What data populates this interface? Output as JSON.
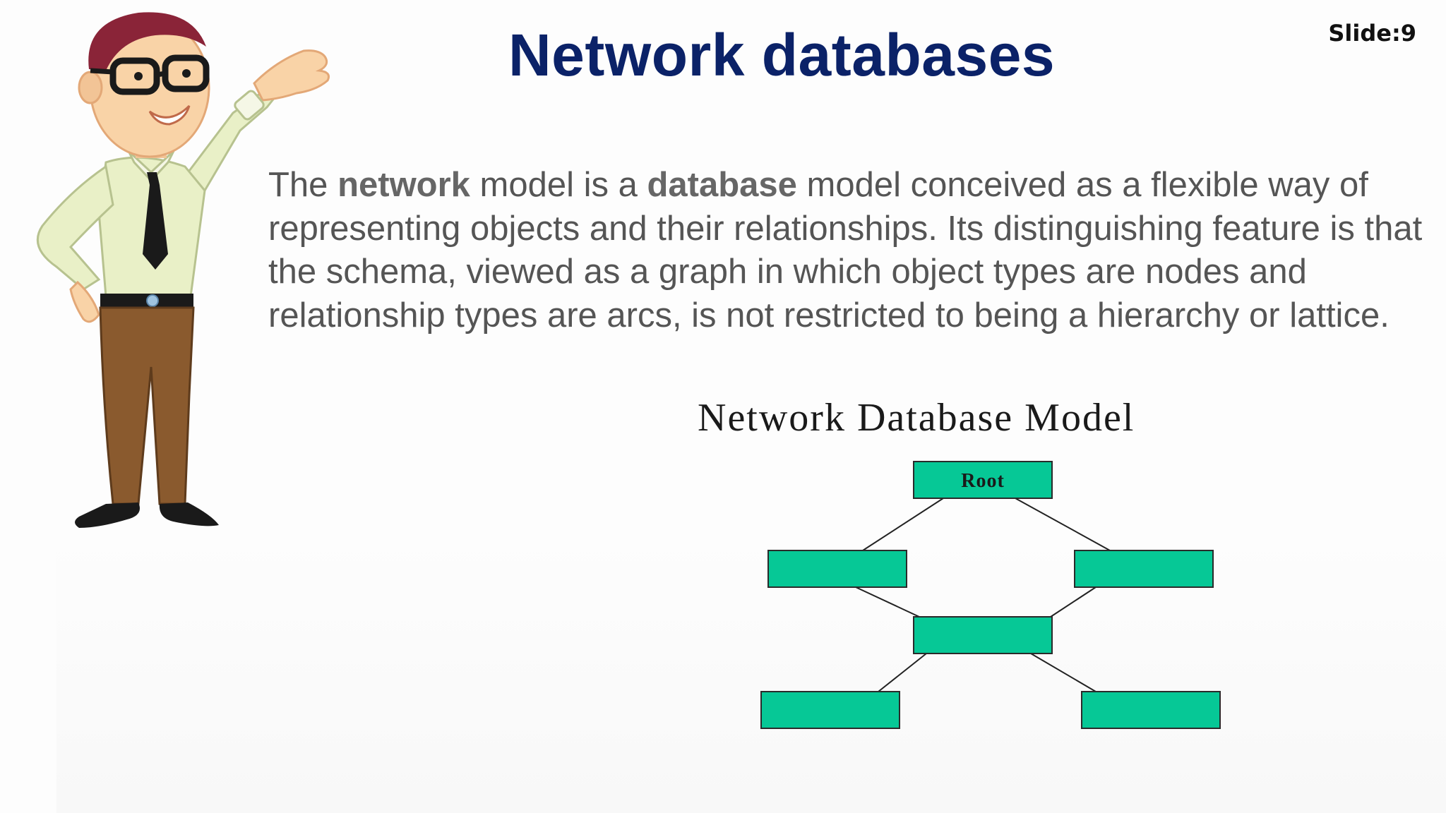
{
  "slide": {
    "title": "Network databases",
    "number_label": "Slide:9",
    "paragraph": [
      {
        "text": "The ",
        "bold": false
      },
      {
        "text": "network",
        "bold": true
      },
      {
        "text": " model is a ",
        "bold": false
      },
      {
        "text": "database",
        "bold": true
      },
      {
        "text": " model conceived as a flexible way of representing objects and their relationships. Its distinguishing feature is that the schema, viewed as a graph in which object types are nodes and relationship types are arcs, is not restricted to being a hierarchy or lattice.",
        "bold": false
      }
    ]
  },
  "diagram": {
    "title": "Network Database Model",
    "root_label": "Root",
    "node_color": "#06c896",
    "edge_color": "#222222"
  },
  "character": {
    "icon": "presenter-character-illustration"
  }
}
